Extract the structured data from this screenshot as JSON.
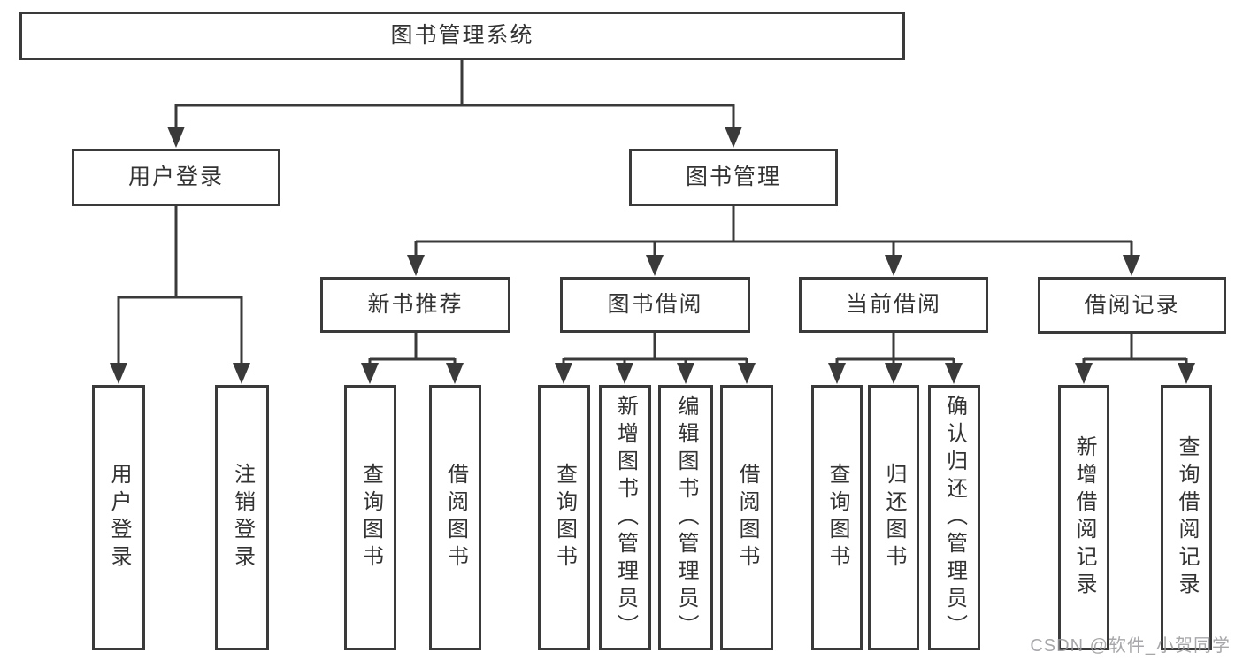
{
  "diagram_title": "图书管理系统",
  "watermark": {
    "text": "CSDN @软件_小贺同学"
  },
  "colors": {
    "line": "#3a3a3a",
    "box_border": "#3a3a3a",
    "box_background": "#ffffff",
    "text": "#333333",
    "watermark": "#98989c"
  },
  "tree": {
    "label": "图书管理系统",
    "children": [
      {
        "label": "用户登录",
        "children": [
          {
            "label": "用户登录"
          },
          {
            "label": "注销登录"
          }
        ]
      },
      {
        "label": "图书管理",
        "children": [
          {
            "label": "新书推荐",
            "children": [
              {
                "label": "查询图书"
              },
              {
                "label": "借阅图书"
              }
            ]
          },
          {
            "label": "图书借阅",
            "children": [
              {
                "label": "查询图书"
              },
              {
                "label": "新增图书（管理员）"
              },
              {
                "label": "编辑图书（管理员）"
              },
              {
                "label": "借阅图书"
              }
            ]
          },
          {
            "label": "当前借阅",
            "children": [
              {
                "label": "查询图书"
              },
              {
                "label": "归还图书"
              },
              {
                "label": "确认归还（管理员）"
              }
            ]
          },
          {
            "label": "借阅记录",
            "children": [
              {
                "label": "新增借阅记录"
              },
              {
                "label": "查询借阅记录"
              }
            ]
          }
        ]
      }
    ]
  }
}
